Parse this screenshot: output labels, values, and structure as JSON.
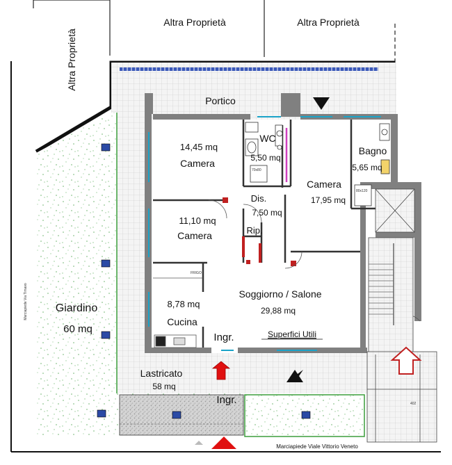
{
  "neighbors": {
    "north_left": "Altra Proprietà",
    "north_right": "Altra Proprietà",
    "west": "Altra Proprietà"
  },
  "areas": {
    "portico": "Portico",
    "giardino": "Giardino",
    "giardino_area": "60 mq",
    "lastricato": "Lastricato",
    "lastricato_area": "58 mq"
  },
  "rooms": {
    "camera1": {
      "name": "Camera",
      "area": "14,45 mq"
    },
    "wc": {
      "name": "WC",
      "area": "5,50 mq"
    },
    "bagno": {
      "name": "Bagno",
      "area": "5,65 mq"
    },
    "camera3": {
      "name": "Camera",
      "area": "17,95 mq"
    },
    "dis": {
      "name": "Dis.",
      "area": "7,50 mq"
    },
    "camera2": {
      "name": "Camera",
      "area": "11,10 mq"
    },
    "rip": {
      "name": "Rip."
    },
    "cucina": {
      "name": "Cucina",
      "area": "8,78 mq"
    },
    "soggiorno": {
      "name": "Soggiorno / Salone",
      "area": "29,88 mq"
    }
  },
  "entrances": {
    "main": "Ingr.",
    "gate": "Ingr."
  },
  "legend": "Superfici Utili",
  "streets": {
    "east_bottom": "Marciapiede  Viale Vittorio Veneto",
    "west": "Marciapiede Via Timavo"
  },
  "fixtures": {
    "fridge": "FRIGO"
  },
  "colors": {
    "wall": "#808080",
    "window": "#1aa3c8",
    "arrow": "#e01010",
    "garden": "#3c9e3c",
    "door_pink": "#d040c0"
  }
}
